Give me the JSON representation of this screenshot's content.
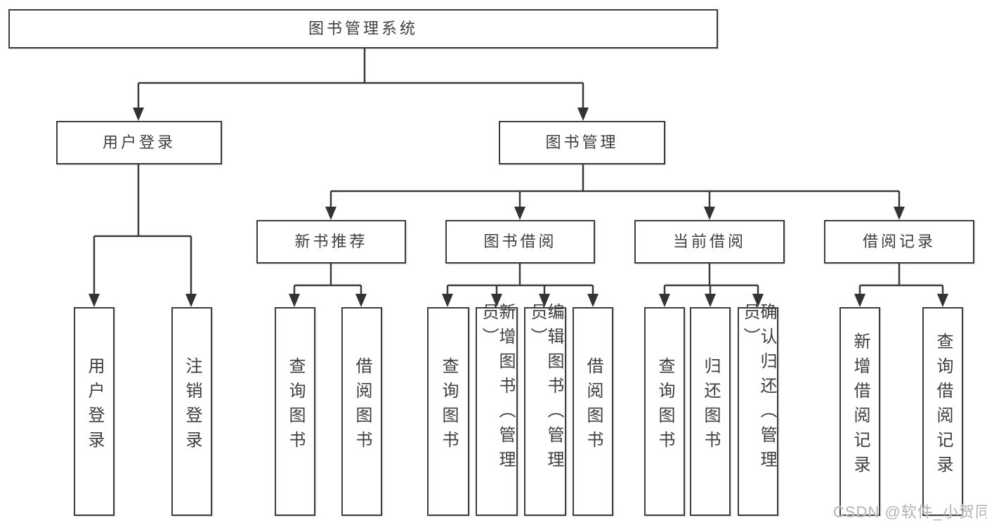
{
  "diagram": {
    "root": {
      "label": "图书管理系统"
    },
    "branches": [
      {
        "label": "用户登录",
        "children": [
          {
            "label": "用户登录"
          },
          {
            "label": "注销登录"
          }
        ]
      },
      {
        "label": "图书管理",
        "children": [
          {
            "label": "新书推荐",
            "children": [
              {
                "label": "查询图书"
              },
              {
                "label": "借阅图书"
              }
            ]
          },
          {
            "label": "图书借阅",
            "children": [
              {
                "label": "查询图书"
              },
              {
                "label": "新增图书（管理员）"
              },
              {
                "label": "编辑图书（管理员）"
              },
              {
                "label": "借阅图书"
              }
            ]
          },
          {
            "label": "当前借阅",
            "children": [
              {
                "label": "查询图书"
              },
              {
                "label": "归还图书"
              },
              {
                "label": "确认归还（管理员）"
              }
            ]
          },
          {
            "label": "借阅记录",
            "children": [
              {
                "label": "新增借阅记录"
              },
              {
                "label": "查询借阅记录"
              }
            ]
          }
        ]
      }
    ]
  },
  "watermark": {
    "text": "CSDN @软件_小贺同学"
  },
  "colors": {
    "line": "#3a3a3a",
    "box_border": "#3d3d3d",
    "text": "#3e3e3e",
    "watermark": "#b3b3b3",
    "background": "#ffffff"
  }
}
